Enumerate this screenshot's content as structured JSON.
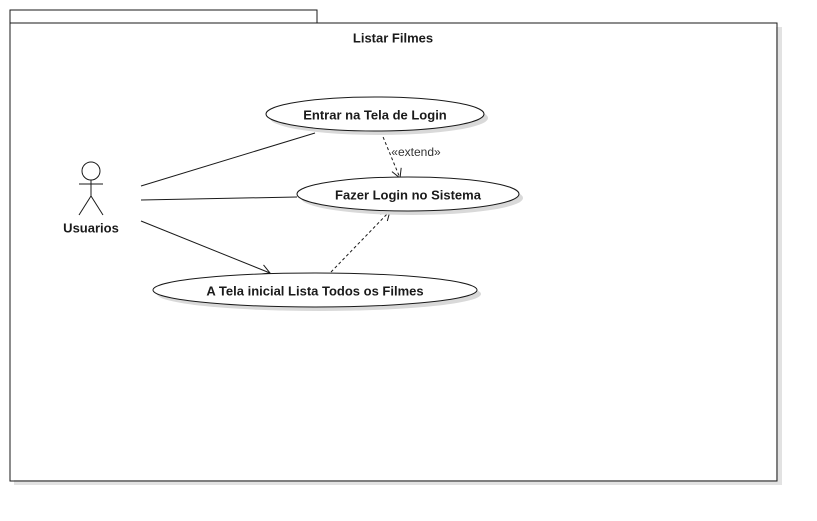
{
  "frame": {
    "title": "Listar Filmes"
  },
  "actor": {
    "name": "Usuarios"
  },
  "use_cases": {
    "login_screen": "Entrar na Tela de Login",
    "login": "Fazer Login no Sistema",
    "home_list": "A Tela inicial Lista Todos os Filmes"
  },
  "relationships": {
    "extend_label": "«extend»"
  },
  "colors": {
    "line": "#1a1a1a",
    "shadow": "#d9d9d9",
    "fill": "#ffffff"
  }
}
